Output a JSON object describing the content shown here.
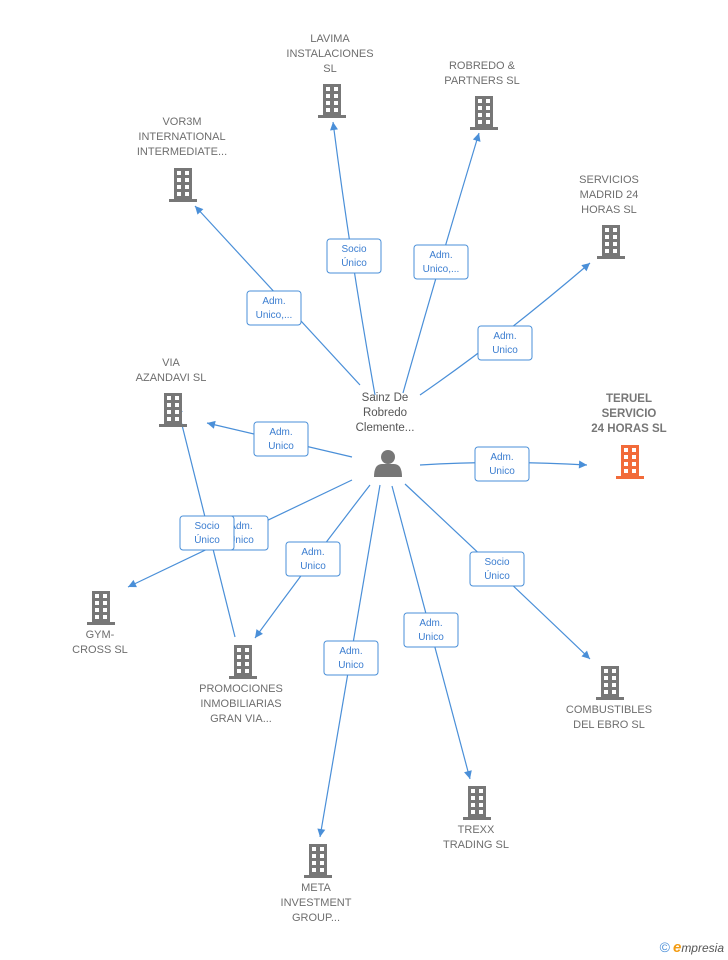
{
  "center": {
    "lines": [
      "Sainz De",
      "Robredo",
      "Clemente..."
    ],
    "icon": "person-icon"
  },
  "nodes": [
    {
      "id": "lavima",
      "lines": [
        "LAVIMA",
        "INSTALACIONES",
        "SL"
      ],
      "icon": "building-icon"
    },
    {
      "id": "robredo",
      "lines": [
        "ROBREDO &",
        "PARTNERS  SL"
      ],
      "icon": "building-icon"
    },
    {
      "id": "vor3m",
      "lines": [
        "VOR3M",
        "INTERNATIONAL",
        "INTERMEDIATE..."
      ],
      "icon": "building-icon"
    },
    {
      "id": "servicios",
      "lines": [
        "SERVICIOS",
        "MADRID 24",
        "HORAS  SL"
      ],
      "icon": "building-icon"
    },
    {
      "id": "via",
      "lines": [
        "VIA",
        "AZANDAVI SL"
      ],
      "icon": "building-icon"
    },
    {
      "id": "teruel",
      "lines": [
        "TERUEL",
        "SERVICIO",
        "24 HORAS  SL"
      ],
      "icon": "building-icon",
      "highlight": true
    },
    {
      "id": "gym",
      "lines": [
        "GYM-",
        "CROSS  SL"
      ],
      "icon": "building-icon"
    },
    {
      "id": "promociones",
      "lines": [
        "PROMOCIONES",
        "INMOBILIARIAS",
        "GRAN VIA..."
      ],
      "icon": "building-icon"
    },
    {
      "id": "combustibles",
      "lines": [
        "COMBUSTIBLES",
        "DEL EBRO  SL"
      ],
      "icon": "building-icon"
    },
    {
      "id": "trexx",
      "lines": [
        "TREXX",
        "TRADING  SL"
      ],
      "icon": "building-icon"
    },
    {
      "id": "meta",
      "lines": [
        "META",
        "INVESTMENT",
        "GROUP..."
      ],
      "icon": "building-icon"
    }
  ],
  "edges": [
    {
      "target": "lavima",
      "label": [
        "Socio",
        "Único"
      ]
    },
    {
      "target": "robredo",
      "label": [
        "Adm.",
        "Unico,..."
      ]
    },
    {
      "target": "vor3m",
      "label": [
        "Adm.",
        "Unico,..."
      ]
    },
    {
      "target": "servicios",
      "label": [
        "Adm.",
        "Unico"
      ]
    },
    {
      "target": "via",
      "label": [
        "Adm.",
        "Unico"
      ]
    },
    {
      "target": "teruel",
      "label": [
        "Adm.",
        "Unico"
      ]
    },
    {
      "target": "gym",
      "label": [
        "Adm.",
        "Unico"
      ]
    },
    {
      "target": "promociones",
      "label": [
        "Adm.",
        "Unico"
      ]
    },
    {
      "target": "combustibles",
      "label": [
        "Socio",
        "Único"
      ]
    },
    {
      "target": "trexx",
      "label": [
        "Adm.",
        "Unico"
      ]
    },
    {
      "target": "meta",
      "label": [
        "Adm.",
        "Unico"
      ]
    },
    {
      "target": "via-from-promociones",
      "label": [
        "Socio",
        "Único"
      ]
    }
  ],
  "colors": {
    "edge": "#4a8fd8",
    "building": "#777777",
    "highlight": "#f26b3a",
    "person": "#777777"
  },
  "footer": {
    "copyright": "©",
    "brand_initial": "e",
    "brand_rest": "mpresia"
  }
}
